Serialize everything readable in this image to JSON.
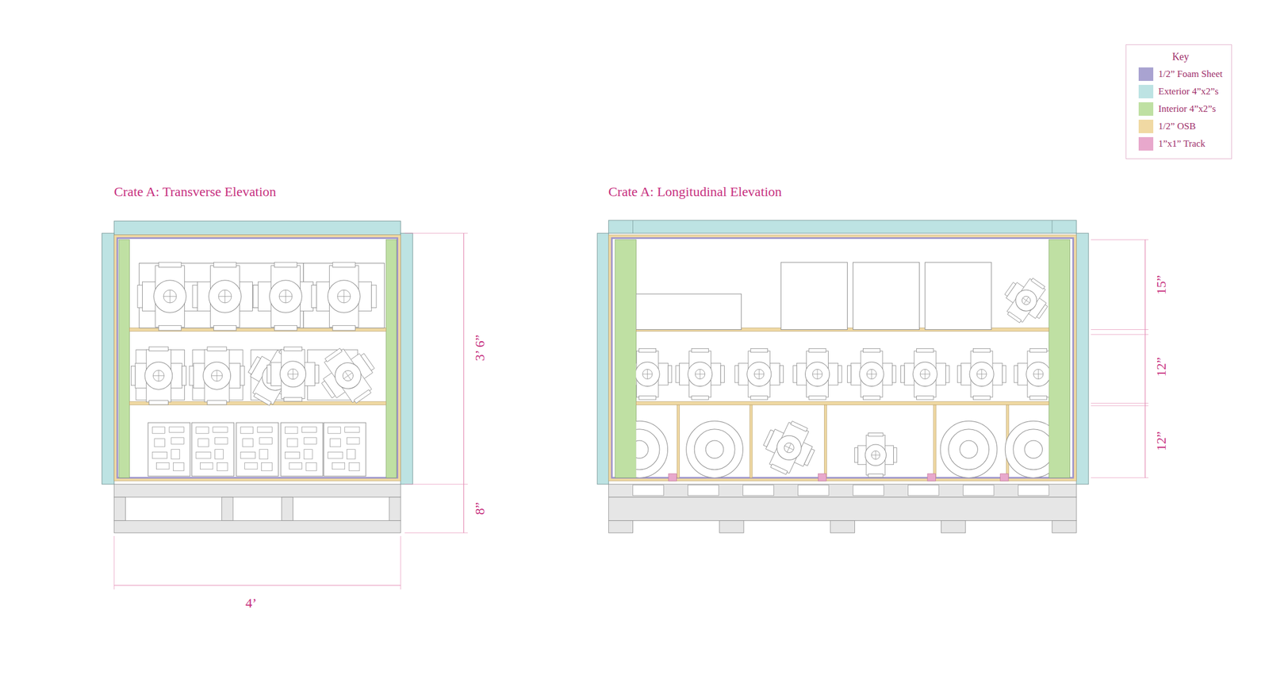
{
  "diagram": {
    "labels": [
      "Crate A: Transverse Elevation",
      "3’ 6”",
      "8”",
      "4’",
      "Crate A: Longitudinal Elevation",
      "15”",
      "12”",
      "12”",
      "Key"
    ],
    "legend": [
      {
        "text": "1/2” Foam Sheet",
        "color": "#a9a3d1"
      },
      {
        "text": "Exterior 4”x2”s",
        "color": "#bde3e3"
      },
      {
        "text": "Interior 4”x2”s",
        "color": "#bfe0a3"
      },
      {
        "text": "1/2” OSB",
        "color": "#f0d9a3"
      },
      {
        "text": "1”x1” Track",
        "color": "#e8a8cc"
      }
    ]
  }
}
